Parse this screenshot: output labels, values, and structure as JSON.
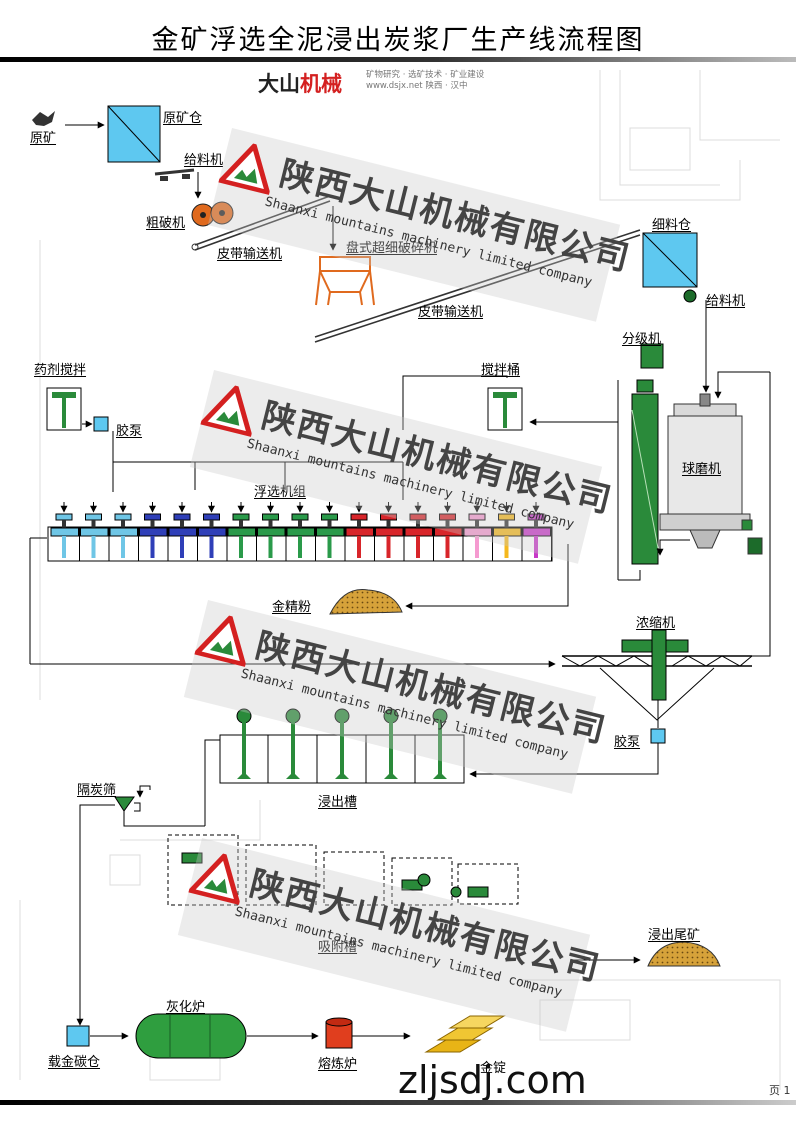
{
  "title": "金矿浮选全泥浸出炭浆厂生产线流程图",
  "brand": {
    "name_black": "大山",
    "name_red": "机械",
    "tagline1": "矿物研究 · 选矿技术 · 矿业建设",
    "tagline2": "www.dsjx.net  陕西 · 汉中"
  },
  "labels": {
    "raw_ore": "原矿",
    "raw_ore_bin": "原矿仓",
    "feeder1": "给料机",
    "jaw_crusher": "粗破机",
    "belt1": "皮带输送机",
    "cone_crusher": "盘式超细破碎机",
    "belt2": "皮带输送机",
    "fine_bin": "细料仓",
    "feeder2": "给料机",
    "classifier": "分级机",
    "ball_mill": "球磨机",
    "reagent_mixer": "药剂搅拌",
    "pump1": "胶泵",
    "agitator_tank": "搅拌桶",
    "flotation_group": "浮选机组",
    "gold_concentrate": "金精粉",
    "thickener": "浓缩机",
    "pump2": "胶泵",
    "leach_tank": "浸出槽",
    "carbon_screen": "隔炭筛",
    "adsorption_tank": "吸附槽",
    "leach_tailings": "浸出尾矿",
    "ashing_furnace": "灰化炉",
    "loaded_carbon_bin": "载金碳仓",
    "smelting_furnace": "熔炼炉",
    "gold_ingot": "金锭"
  },
  "watermark": {
    "cn": "陕西大山机械有限公司",
    "en": "Shaanxi mountains machinery limited company"
  },
  "footer": {
    "site": "zljsdj.com",
    "page": "页 1"
  },
  "colors": {
    "bin_blue": "#5ec8f0",
    "machine_green": "#2a8a3a",
    "concentrate_gold": "#d6a23a",
    "furnace_green": "#2f9e3f",
    "crusher_orange": "#e06a1e",
    "cell_colors": [
      "#6fc6e6",
      "#6fc6e6",
      "#6fc6e6",
      "#2f3fb8",
      "#2f3fb8",
      "#2f3fb8",
      "#2a9a4a",
      "#2a9a4a",
      "#2a9a4a",
      "#2a9a4a",
      "#d8252a",
      "#d8252a",
      "#d8252a",
      "#d8252a",
      "#f59ad0",
      "#f5b81e",
      "#c838c8"
    ]
  }
}
